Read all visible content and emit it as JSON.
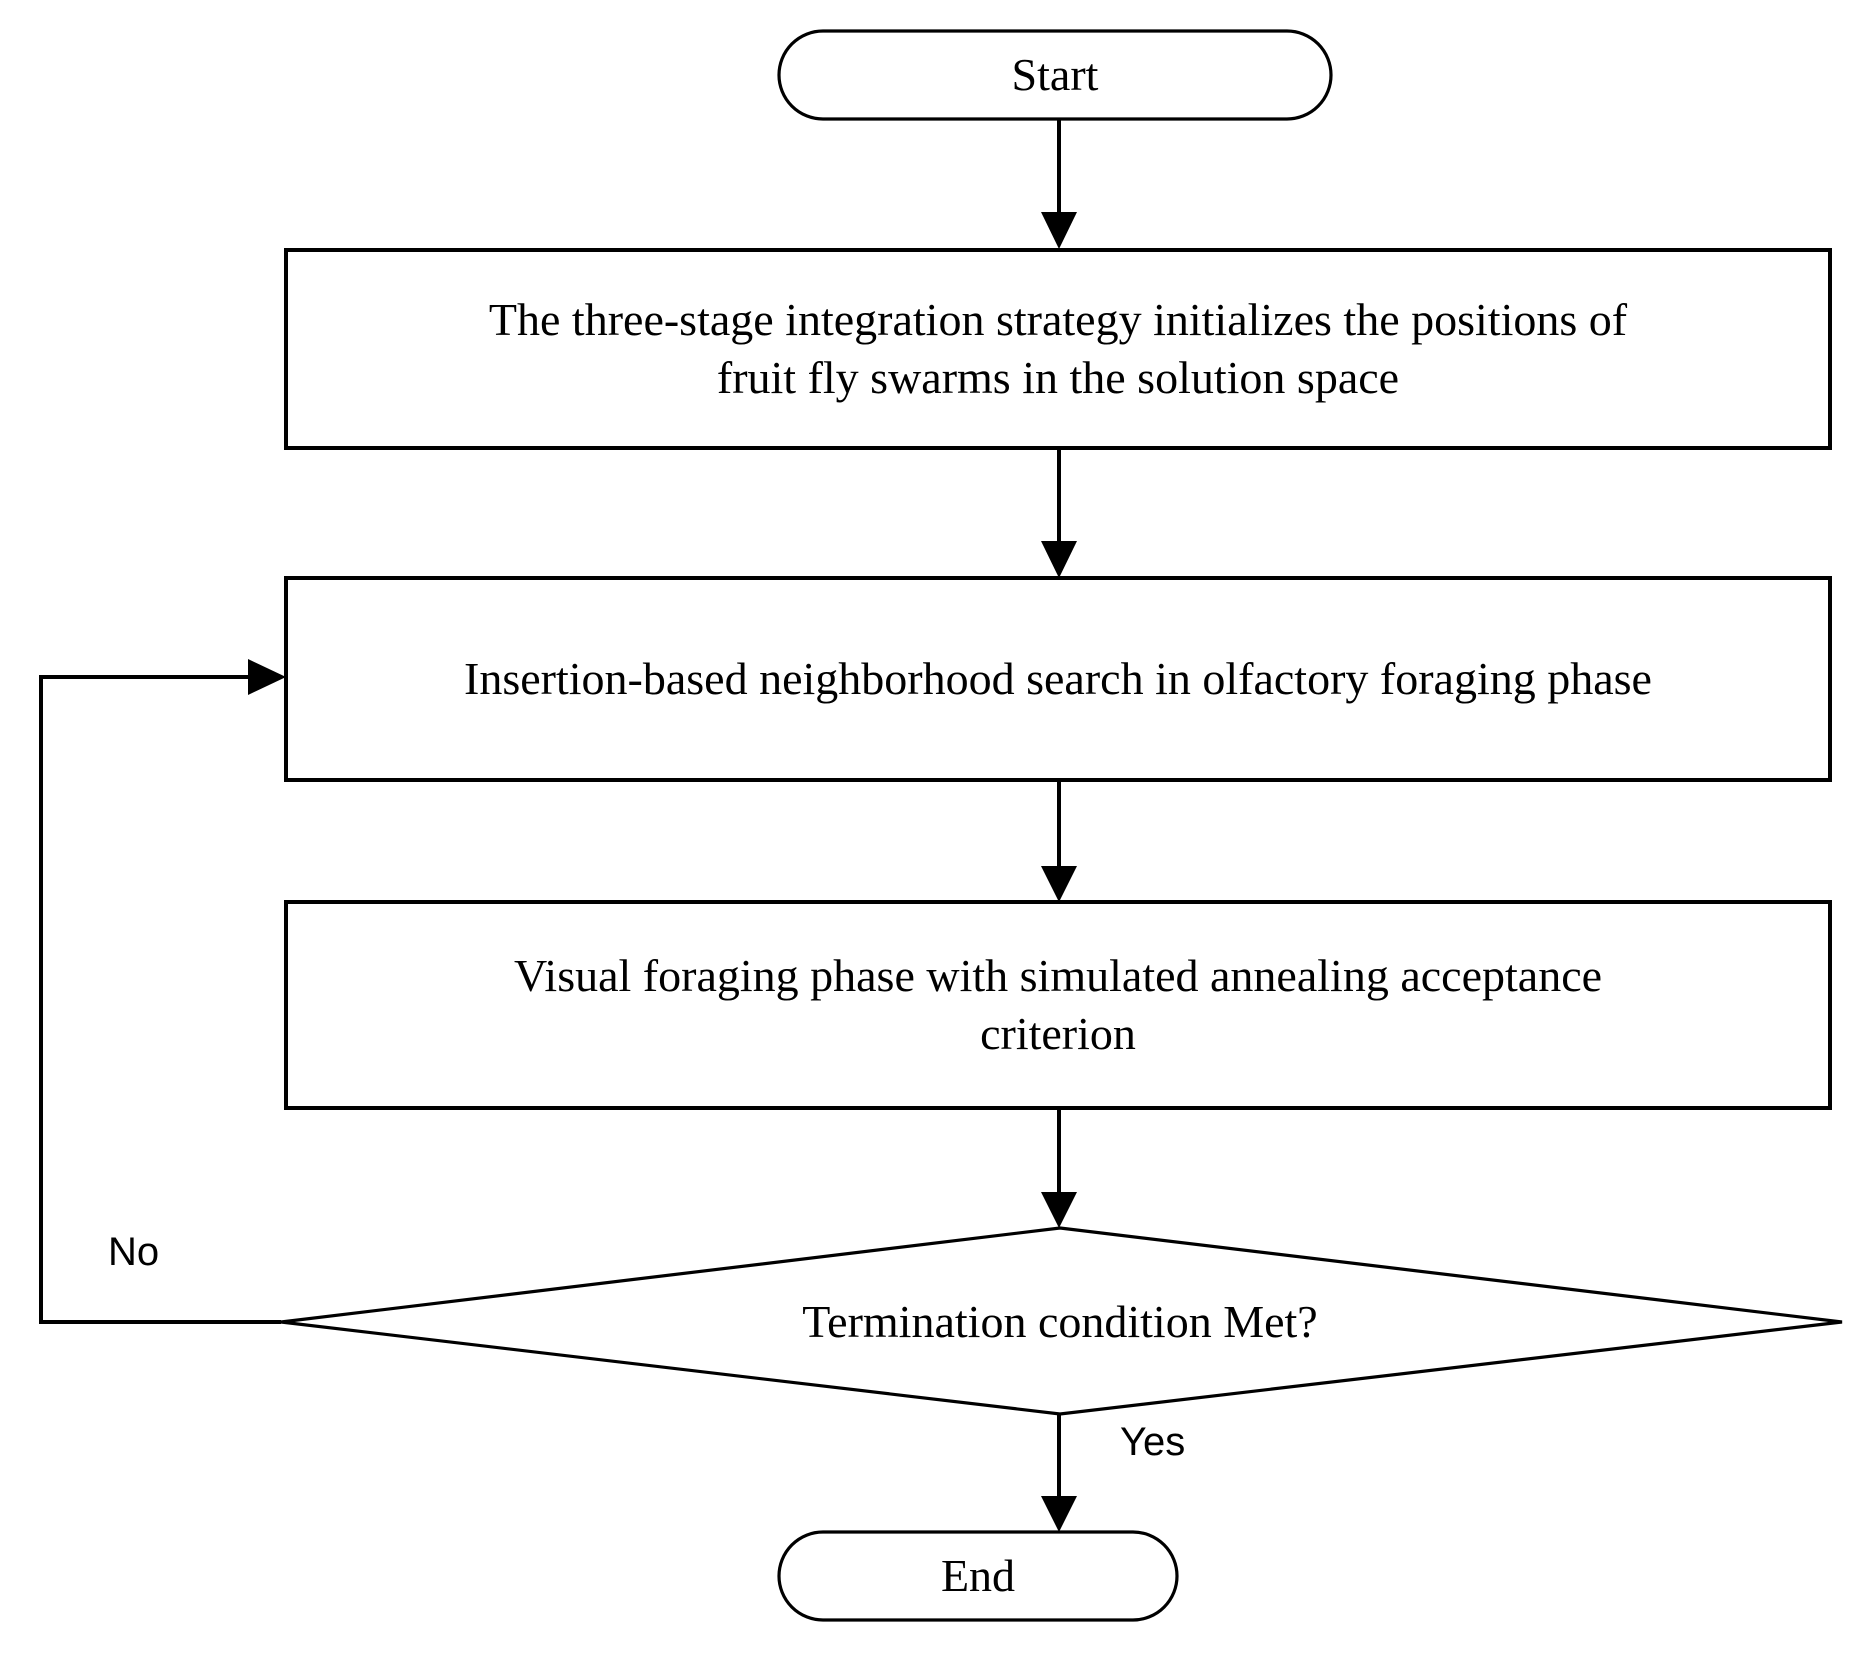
{
  "diagram": {
    "title": "Algorithm flowchart",
    "type": "flowchart",
    "background_color": "#ffffff",
    "stroke_color": "#000000"
  },
  "nodes": {
    "start": {
      "label": "Start",
      "shape": "stadium"
    },
    "initialize": {
      "label": "The three-stage integration strategy initializes the positions of\nfruit fly swarms in the solution space",
      "shape": "rectangle"
    },
    "olfactory": {
      "label": "Insertion-based neighborhood search in olfactory foraging phase",
      "shape": "rectangle"
    },
    "visual": {
      "label": "Visual foraging phase with simulated annealing acceptance\ncriterion",
      "shape": "rectangle"
    },
    "decision": {
      "label": "Termination condition Met?",
      "shape": "diamond"
    },
    "end": {
      "label": "End",
      "shape": "stadium"
    }
  },
  "edge_labels": {
    "no": "No",
    "yes": "Yes"
  },
  "edges": [
    {
      "from": "start",
      "to": "initialize",
      "label": ""
    },
    {
      "from": "initialize",
      "to": "olfactory",
      "label": ""
    },
    {
      "from": "olfactory",
      "to": "visual",
      "label": ""
    },
    {
      "from": "visual",
      "to": "decision",
      "label": ""
    },
    {
      "from": "decision",
      "to": "olfactory",
      "label": "No"
    },
    {
      "from": "decision",
      "to": "end",
      "label": "Yes"
    }
  ]
}
